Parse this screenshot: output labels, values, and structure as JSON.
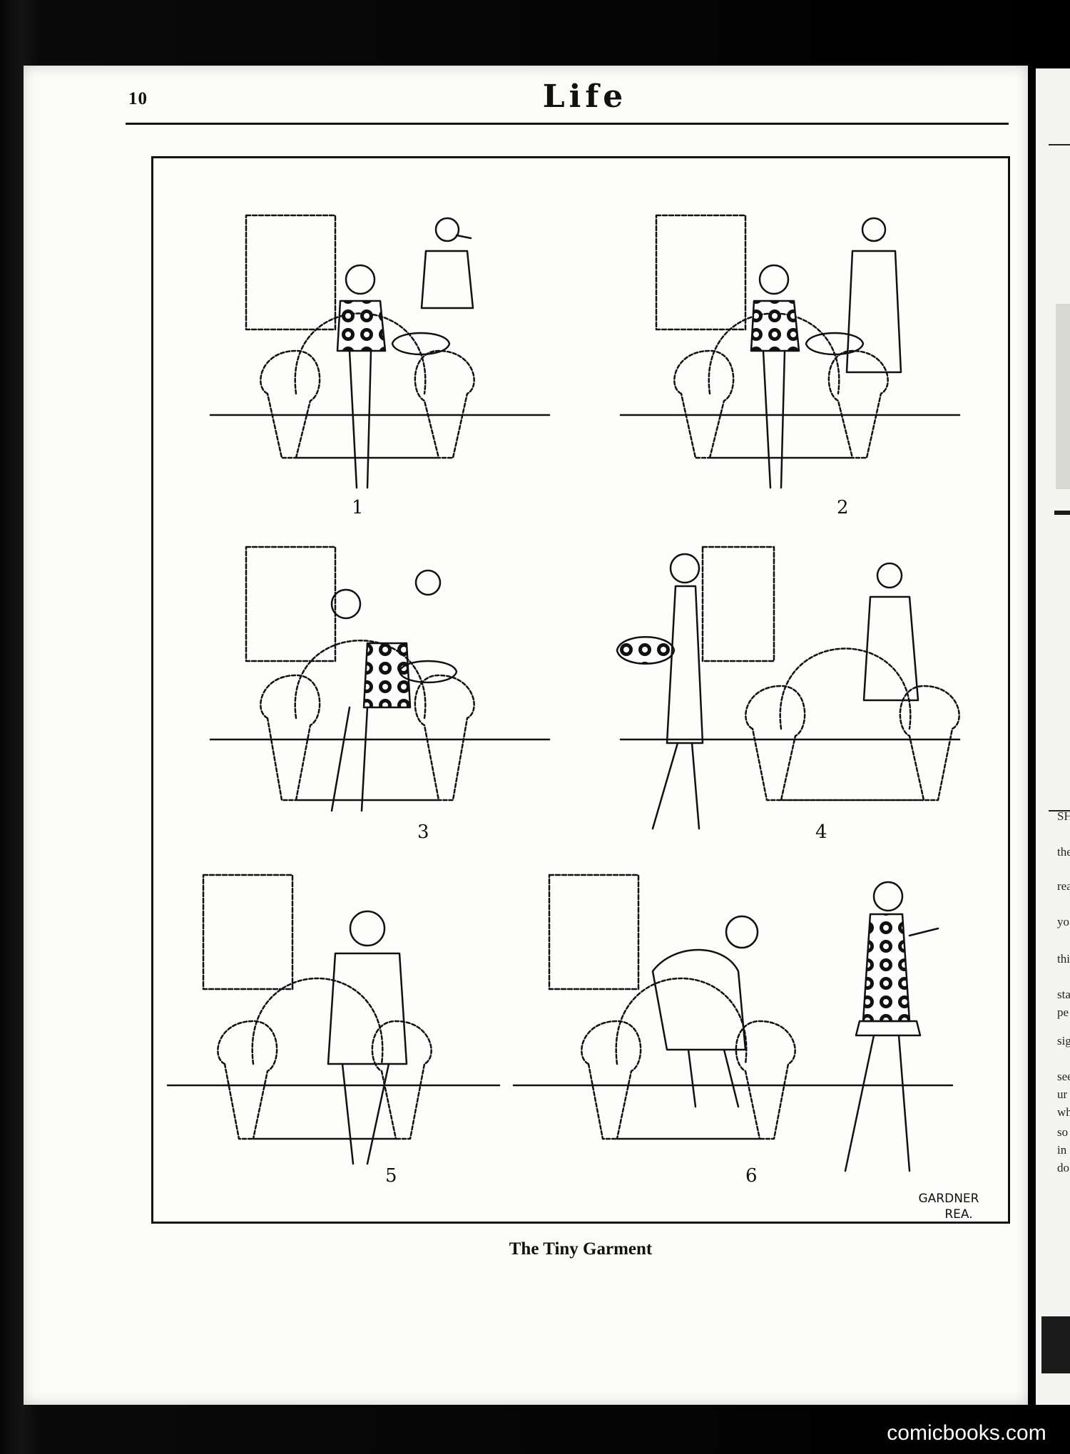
{
  "page_number": "10",
  "masthead": "Life",
  "caption": "The Tiny Garment",
  "panels": [
    {
      "number": "1"
    },
    {
      "number": "2"
    },
    {
      "number": "3"
    },
    {
      "number": "4"
    },
    {
      "number": "5"
    },
    {
      "number": "6"
    }
  ],
  "signature": {
    "line1": "GARDNER",
    "line2": "REA."
  },
  "next_page_fragments": [
    "SH",
    "the",
    "rea",
    "yo",
    "thi",
    "sta",
    "pe",
    "sig",
    "see",
    "ur",
    "wh",
    "so",
    "in",
    "do"
  ],
  "watermark": "comicbooks.com",
  "colors": {
    "ink": "#111111",
    "paper": "#fbfbf8",
    "scan_bg": "#0c0c0c"
  }
}
